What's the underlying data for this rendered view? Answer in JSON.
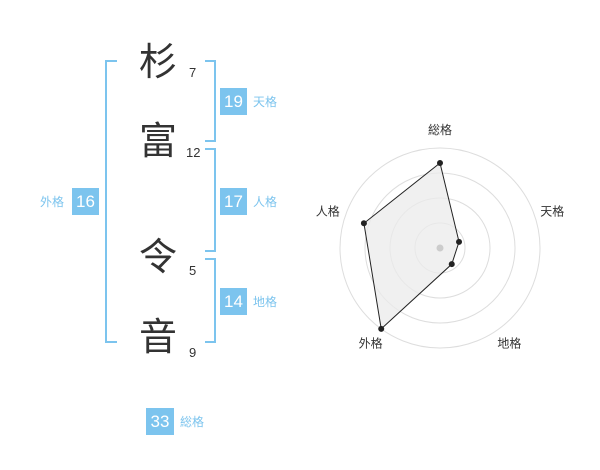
{
  "name": {
    "characters": [
      {
        "kanji": "杉",
        "strokes": "7"
      },
      {
        "kanji": "富",
        "strokes": "12"
      },
      {
        "kanji": "令",
        "strokes": "5"
      },
      {
        "kanji": "音",
        "strokes": "9"
      }
    ]
  },
  "grades": {
    "tenkaku": {
      "value": "19",
      "label": "天格"
    },
    "jinkaku": {
      "value": "17",
      "label": "人格"
    },
    "chikaku": {
      "value": "14",
      "label": "地格"
    },
    "gaikaku": {
      "value": "16",
      "label": "外格"
    },
    "soukaku": {
      "value": "33",
      "label": "総格"
    }
  },
  "colors": {
    "accent": "#7cc4ee",
    "text": "#333333"
  },
  "chart_data": {
    "type": "radar",
    "axes": [
      "総格",
      "天格",
      "地格",
      "外格",
      "人格"
    ],
    "values": [
      0.85,
      0.2,
      0.2,
      1.0,
      0.8
    ],
    "rings": 4
  }
}
